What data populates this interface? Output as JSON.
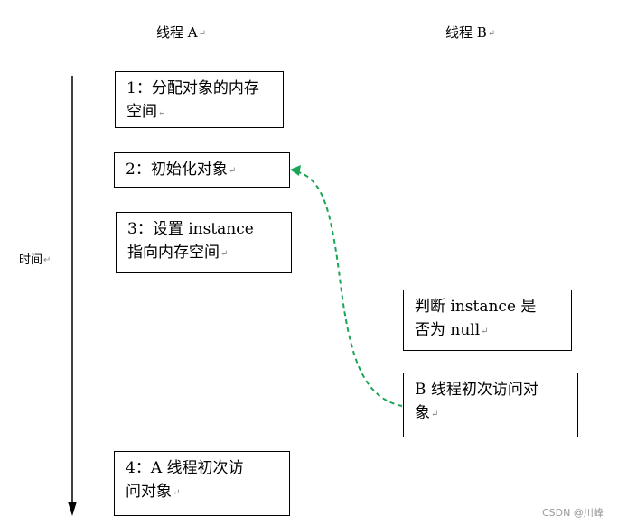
{
  "headers": {
    "thread_a": "线程 A",
    "thread_b": "线程 B"
  },
  "paragraph_mark": "↵",
  "time_axis_label": "时间",
  "thread_a_steps": [
    {
      "lines": [
        "1：分配对象的内存",
        "空间"
      ]
    },
    {
      "lines": [
        "2：初始化对象"
      ]
    },
    {
      "lines": [
        "3：设置 instance",
        "指向内存空间"
      ]
    },
    {
      "lines": [
        "4：A 线程初次访",
        "问对象"
      ]
    }
  ],
  "thread_b_steps": [
    {
      "lines": [
        "判断 instance 是",
        "否为 null"
      ]
    },
    {
      "lines": [
        "B 线程初次访问对",
        "象"
      ]
    }
  ],
  "watermark": "CSDN @川峰",
  "colors": {
    "arrow": "#000000",
    "dashed_access_arrow": "#1aa555"
  }
}
